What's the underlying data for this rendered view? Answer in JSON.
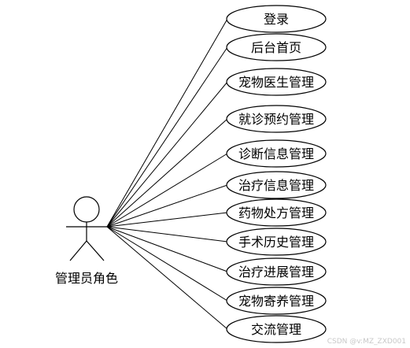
{
  "actor": {
    "label": "管理员角色"
  },
  "use_cases": [
    "登录",
    "后台首页",
    "宠物医生管理",
    "就诊预约管理",
    "诊断信息管理",
    "治疗信息管理",
    "药物处方管理",
    "手术历史管理",
    "治疗进展管理",
    "宠物寄养管理",
    "交流管理"
  ],
  "watermark": "CSDN @v:MZ_ZXD001",
  "colors": {
    "stroke": "#000000",
    "fill": "#ffffff",
    "text": "#000000",
    "watermark": "#c8c8c8"
  }
}
